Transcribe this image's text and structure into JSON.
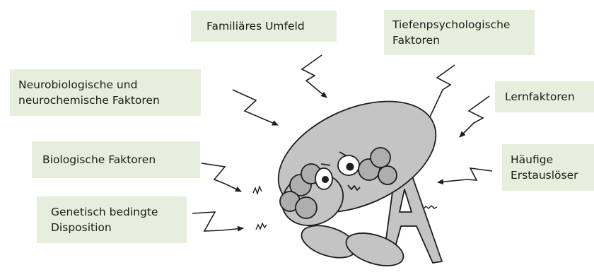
{
  "factors": {
    "familiaeres_umfeld": "Familiäres Umfeld",
    "tiefenpsychologische": "Tiefenpsychologische Faktoren",
    "neurobiologische": "Neurobiologische und neurochemische Faktoren",
    "lernfaktoren": "Lernfaktoren",
    "biologische": "Biologische Faktoren",
    "erstausloeser": "Häufige Erstauslöser",
    "genetisch": "Genetisch bedingte Disposition"
  },
  "colors": {
    "box_fill": "#e6efdb",
    "figure_fill": "#c4c4c4",
    "outline": "#1e1e1e"
  }
}
